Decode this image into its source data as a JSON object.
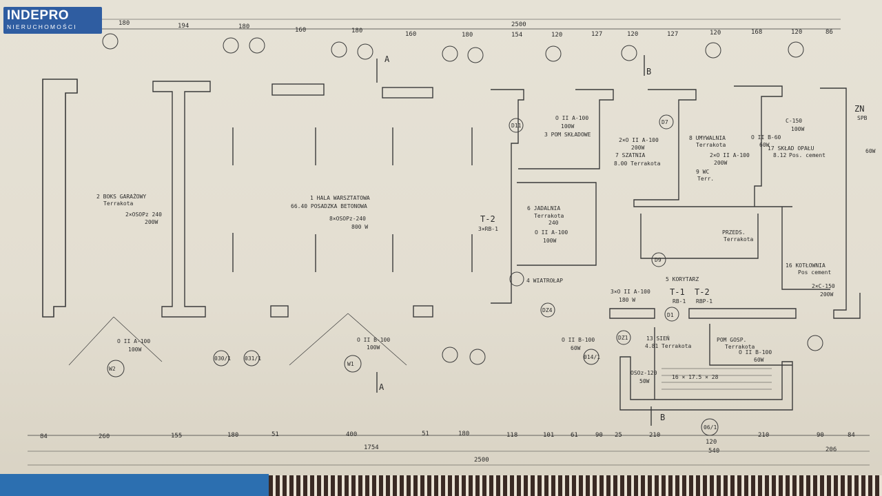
{
  "logo": {
    "brand": "INDEPRO",
    "sub": "NIERUCHOMOŚCI"
  },
  "dimensions_top": {
    "total": "2500",
    "segments": [
      "180",
      "194",
      "180",
      "160",
      "180",
      "160",
      "180",
      "154",
      "120",
      "127",
      "120",
      "127",
      "120",
      "168",
      "120",
      "86"
    ]
  },
  "dimensions_bottom": {
    "segments": [
      "84",
      "260",
      "155",
      "180",
      "51",
      "400",
      "51",
      "180",
      "118",
      "101",
      "61",
      "90",
      "25",
      "210",
      "120",
      "210",
      "90",
      "84"
    ],
    "left_total": "1754",
    "right_total": "540",
    "right_segment": "206",
    "total": "2500"
  },
  "rooms": {
    "hala": {
      "name": "1  HALA  WARSZTATOWA",
      "area": "66.40  POSADZKA BETONOWA",
      "fixture": "8×OSOPz-240",
      "power": "800 W"
    },
    "garaz": {
      "name": "2  BOKS  GARAŻOWY",
      "floor": "Terrakota",
      "fixture": "2×OSOPz 240",
      "power": "200W"
    },
    "skladowe": {
      "name": "3  POM SKŁADOWE",
      "fixture": "O II A-100",
      "power": "100W"
    },
    "jadalnia": {
      "name": "6  JADALNIA",
      "floor": "Terrakota",
      "area": "240",
      "fixture": "O II A-100",
      "power": "100W"
    },
    "szatnia": {
      "name": "7  SZATNIA",
      "area": "8.00 Terrakota",
      "fixture": "2×O II A-100",
      "power": "200W"
    },
    "umywalnia": {
      "name": "8  UMYWALNIA",
      "floor": "Terrakota",
      "fixture": "2×O II A-100",
      "power": "200W"
    },
    "skladpaliw": {
      "name": "17  SKŁAD OPAŁU",
      "area": "8.12",
      "floor": "Pos. cement",
      "fixture": "O II B-60",
      "power": "60W"
    },
    "kotlownia": {
      "name": "16  KOTŁOWNIA",
      "floor": "Pos cement",
      "fixture": "2×C-150",
      "power": "200W"
    },
    "korytarz": {
      "name": "5  KORYTARZ",
      "fixture": "3×O II A-100",
      "power": "180 W"
    },
    "wiatrolap": {
      "name": "4  WIATROŁAP"
    },
    "pomgosp": {
      "name": "POM GOSP.",
      "floor": "Terrakota",
      "fixture": "O II B-100",
      "power": "60W"
    },
    "sien": {
      "name": "13  SIEŃ",
      "area": "4.81",
      "floor": "Terrakota"
    },
    "przedsionek": {
      "name": "PRZEDS.",
      "floor": "Terrakota"
    },
    "wc": {
      "name": "9  WC",
      "floor": "Terr."
    }
  },
  "labels": {
    "fixture_w2": "O II A-100",
    "power_w2": "100W",
    "tag_w2": "W2",
    "fixture_w1": "O II B-100",
    "power_w1": "100W",
    "tag_w1": "W1",
    "fixture_bottom": "O II B-100",
    "power_bottom": "60W",
    "fixture_oso": "OSOz-120",
    "power_oso": "50W",
    "c150": "C-150",
    "c150_power": "100W",
    "zn": "ZN",
    "spb": "SPB",
    "spb_power": "60W",
    "stairs": "16 × 17.5 × 28",
    "t2_left": "T-2",
    "rb_left": "3×RB-1",
    "t1": "T-1",
    "t2_mid": "T-2",
    "rb1": "RB-1",
    "rbp1": "RBP-1",
    "section_a": "A",
    "section_b": "B",
    "d1": "D1",
    "d7": "D7",
    "d9": "D9",
    "dz1": "DZ1",
    "dz4": "DZ4",
    "dz11": "D11",
    "mark_030": "030/1",
    "mark_031": "031/1",
    "mark_014": "014/1",
    "mark_061": "06/1"
  }
}
